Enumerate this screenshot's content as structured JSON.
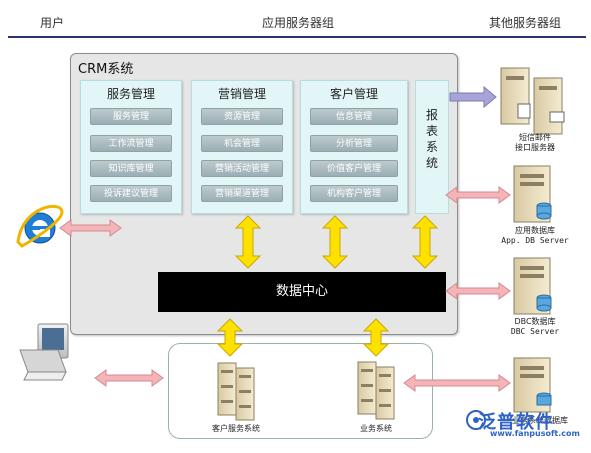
{
  "headers": {
    "user": "用户",
    "app_servers": "应用服务器组",
    "other_servers": "其他服务器组"
  },
  "crm": {
    "title": "CRM系统",
    "modules": [
      {
        "title": "服务管理",
        "items": [
          "服务管理",
          "工作流管理",
          "知识库管理",
          "投诉建议管理"
        ]
      },
      {
        "title": "营销管理",
        "items": [
          "资源管理",
          "机会管理",
          "营销活动管理",
          "营销渠道管理"
        ]
      },
      {
        "title": "客户管理",
        "items": [
          "信息管理",
          "分析管理",
          "价值客户管理",
          "机构客户管理"
        ]
      }
    ],
    "report": "报表系统",
    "data_center": "数据中心"
  },
  "servers": {
    "sms": [
      "短信邮件",
      "接口服务器"
    ],
    "app_db": [
      "应用数据库",
      "App. DB Server"
    ],
    "dbc": [
      "DBC数据库",
      "DBC Server"
    ],
    "biz_db": "业务系统数据库"
  },
  "systems": {
    "customer_service": "客户服务系统",
    "business": "业务系统"
  },
  "watermark": {
    "cn": "泛普软件",
    "en": "www.fanpusoft.com"
  },
  "colors": {
    "yellow_arrow": "#ffe100",
    "pink_arrow": "#f4b4b8",
    "purple_arrow": "#a9a4d8",
    "accent": "#2c3470"
  }
}
